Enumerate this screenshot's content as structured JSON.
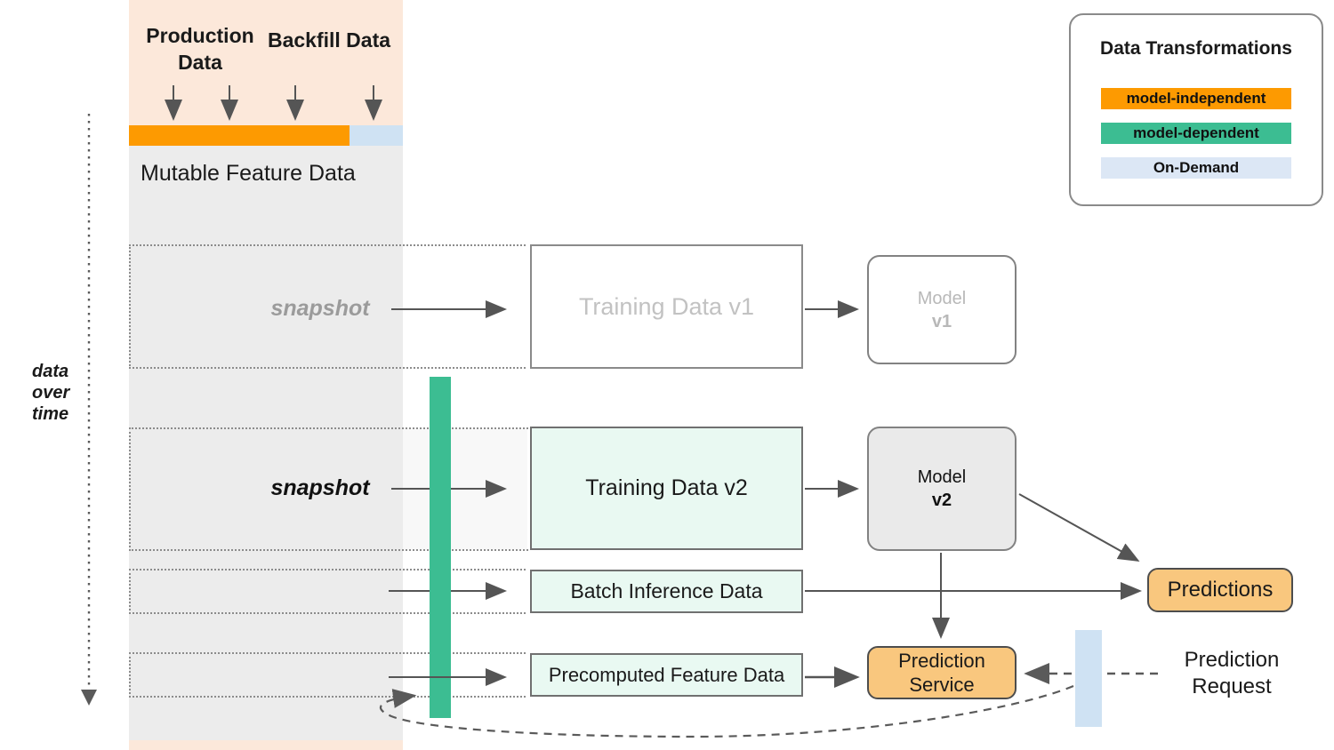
{
  "palette": {
    "peach_backdrop": "#FCE8DA",
    "orange_model_independent": "#FD9A01",
    "green_model_dependent": "#3CBD92",
    "blue_on_demand": "#CFE2F3",
    "legend_blue_swatch": "#DCE7F5",
    "gray_column": "#ECECEC",
    "mint_data_box": "#E9F9F2",
    "orange_node": "#F9C77E",
    "model_v2_fill": "#EAEAEA",
    "arrow": "#555555",
    "faded_text": "#C2C2C2"
  },
  "sources": {
    "production_label": "Production Data",
    "backfill_label": "Backfill Data",
    "mutable_label": "Mutable Feature Data"
  },
  "timeline": {
    "label": "data over time"
  },
  "legend": {
    "title": "Data Transformations",
    "items": [
      {
        "label": "model-independent",
        "color": "#FD9A01"
      },
      {
        "label": "model-dependent",
        "color": "#3CBD92"
      },
      {
        "label": "On-Demand",
        "color": "#DCE7F5"
      }
    ]
  },
  "rows": {
    "snapshot_v1_label": "snapshot",
    "snapshot_v2_label": "snapshot"
  },
  "nodes": {
    "training_v1": {
      "label": "Training Data v1"
    },
    "model_v1": {
      "line1": "Model",
      "line2": "v1"
    },
    "training_v2": {
      "label": "Training Data v2"
    },
    "model_v2": {
      "line1": "Model",
      "line2": "v2"
    },
    "batch_inference": {
      "label": "Batch Inference Data"
    },
    "precomputed": {
      "label": "Precomputed Feature Data"
    },
    "predictions": {
      "label": "Predictions"
    },
    "prediction_service": {
      "line1": "Prediction",
      "line2": "Service"
    },
    "prediction_request": {
      "label": "Prediction Request"
    }
  }
}
